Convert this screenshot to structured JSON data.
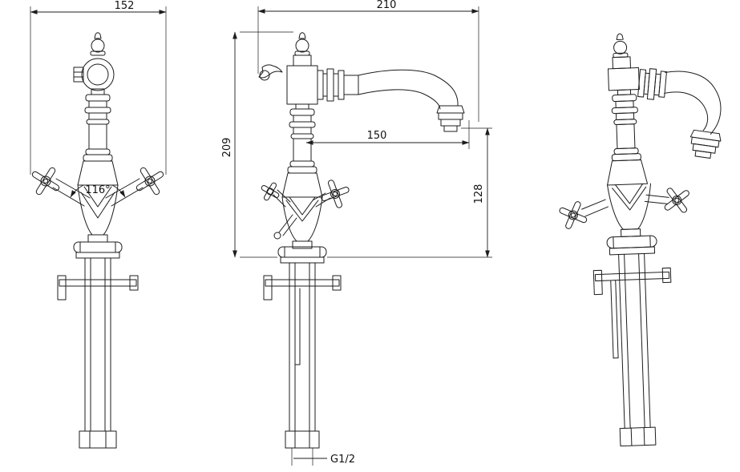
{
  "sheet": {
    "background": "#ffffff",
    "line_color": "#1c1c1c"
  },
  "dimensions": {
    "front_width": "152",
    "top_length": "210",
    "total_height": "209",
    "spout_reach": "150",
    "spout_height": "128",
    "handle_angle": "116°",
    "thread": "G1/2"
  }
}
